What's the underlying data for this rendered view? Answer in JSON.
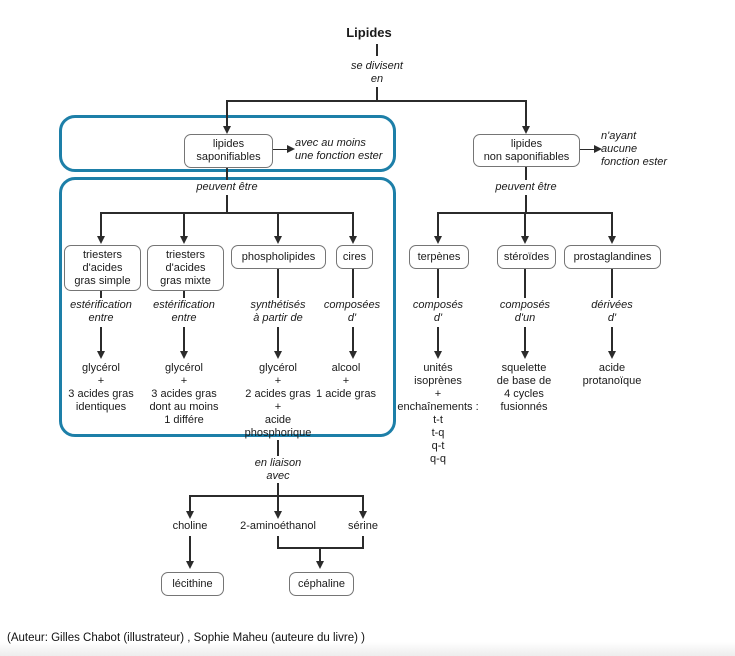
{
  "title": "Lipides",
  "root_edge": "se divisent\nen",
  "sap": {
    "node": "lipides\nsaponifiables",
    "note": "avec au moins\nune fonction ester",
    "branch_label": "peuvent être",
    "children": [
      {
        "node": "triesters\nd'acides\ngras simple",
        "edge": "estérification\nentre",
        "result": "glycérol\n+\n3 acides gras\nidentiques"
      },
      {
        "node": "triesters\nd'acides\ngras mixte",
        "edge": "estérification\nentre",
        "result": "glycérol\n+\n3 acides gras\ndont au moins\n1 différe"
      },
      {
        "node": "phospholipides",
        "edge": "synthétisés\nà partir de",
        "result": "glycérol\n+\n2 acides gras\n+\nacide\nphosphorique"
      },
      {
        "node": "cires",
        "edge": "composées\nd'",
        "result": "alcool\n+\n1 acide gras"
      }
    ],
    "liaison": {
      "edge": "en liaison\navec",
      "targets": [
        "choline",
        "2-aminoéthanol",
        "sérine"
      ],
      "products": [
        "lécithine",
        "céphaline"
      ]
    }
  },
  "nonsap": {
    "node": "lipides\nnon saponifiables",
    "note": "n'ayant\naucune\nfonction ester",
    "branch_label": "peuvent être",
    "children": [
      {
        "node": "terpènes",
        "edge": "composés\nd'",
        "result": "unités\nisoprènes\n+\nenchaînements :\nt-t\nt-q\nq-t\nq-q"
      },
      {
        "node": "stéroïdes",
        "edge": "composés\nd'un",
        "result": "squelette\nde base de\n4 cycles\nfusionnés"
      },
      {
        "node": "prostaglandines",
        "edge": "dérivées\nd'",
        "result": "acide\nprotanoïque"
      }
    ]
  },
  "caption": "(Auteur: Gilles Chabot (illustrateur) , Sophie Maheu (auteure du livre) )",
  "colors": {
    "highlight": "#1d7fa8",
    "line": "#2b2b2b",
    "box_border": "#757575"
  }
}
